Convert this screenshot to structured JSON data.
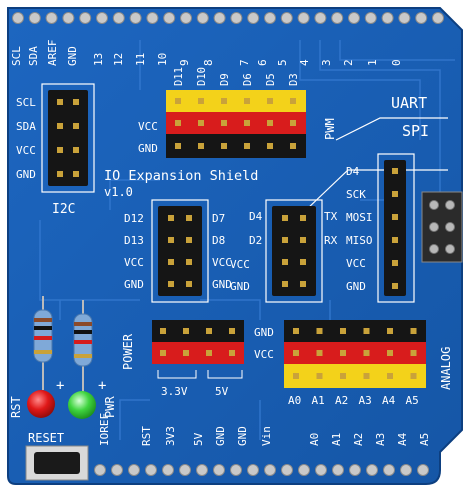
{
  "board": {
    "title": "IO Expansion Shield",
    "version": "v1.0",
    "colors": {
      "pcb": "#1a5fb4",
      "pcb_dark": "#0f4a94",
      "trace": "#2f74cc",
      "silk": "#ffffff",
      "header_black": "#151515",
      "header_red": "#d81c1c",
      "header_yellow": "#f3d21a",
      "pin_gold": "#c9a23a",
      "pad_silver": "#c9c9c9",
      "led_red": "#e01818",
      "led_green": "#3fd43f"
    }
  },
  "top_labels": [
    "SCL",
    "SDA",
    "AREF",
    "GND",
    "13",
    "12",
    "11",
    "10",
    "9",
    "8",
    "7",
    "6",
    "5",
    "4",
    "3",
    "2",
    "1",
    "0"
  ],
  "pwm_header": {
    "pins": [
      "D11",
      "D10",
      "D9",
      "D6",
      "D5",
      "D3"
    ],
    "rows": [
      "VCC",
      "GND"
    ],
    "tag": "PWM"
  },
  "i2c": {
    "pins": [
      "SCL",
      "SDA",
      "VCC",
      "GND"
    ],
    "label": "I2C"
  },
  "uart_spi": {
    "uart_label": "UART",
    "spi_label": "SPI",
    "spi_pins": [
      "D4",
      "SCK",
      "MOSI",
      "MISO",
      "VCC",
      "GND"
    ],
    "uart_pins": [
      "D4",
      "D2"
    ],
    "uart_right": [
      "TX",
      "RX"
    ],
    "uart_rows": [
      "VCC",
      "GND"
    ]
  },
  "mid_left": {
    "left": [
      "D12",
      "D13",
      "VCC",
      "GND"
    ],
    "right": [
      "D7",
      "D8",
      "VCC",
      "GND"
    ]
  },
  "power": {
    "label": "POWER",
    "rows": [
      "GND",
      "VCC"
    ],
    "v33": "3.3V",
    "v5": "5V"
  },
  "analog": {
    "label": "ANALOG",
    "pins": [
      "A0",
      "A1",
      "A2",
      "A3",
      "A4",
      "A5"
    ]
  },
  "bottom_power_labels": [
    "IOREF",
    "RST",
    "3V3",
    "5V",
    "GND",
    "GND",
    "Vin"
  ],
  "bottom_analog_labels": [
    "A0",
    "A1",
    "A2",
    "A3",
    "A4",
    "A5"
  ],
  "reset": {
    "rst_label": "RST",
    "pwr_label": "PWR",
    "button_label": "RESET"
  }
}
